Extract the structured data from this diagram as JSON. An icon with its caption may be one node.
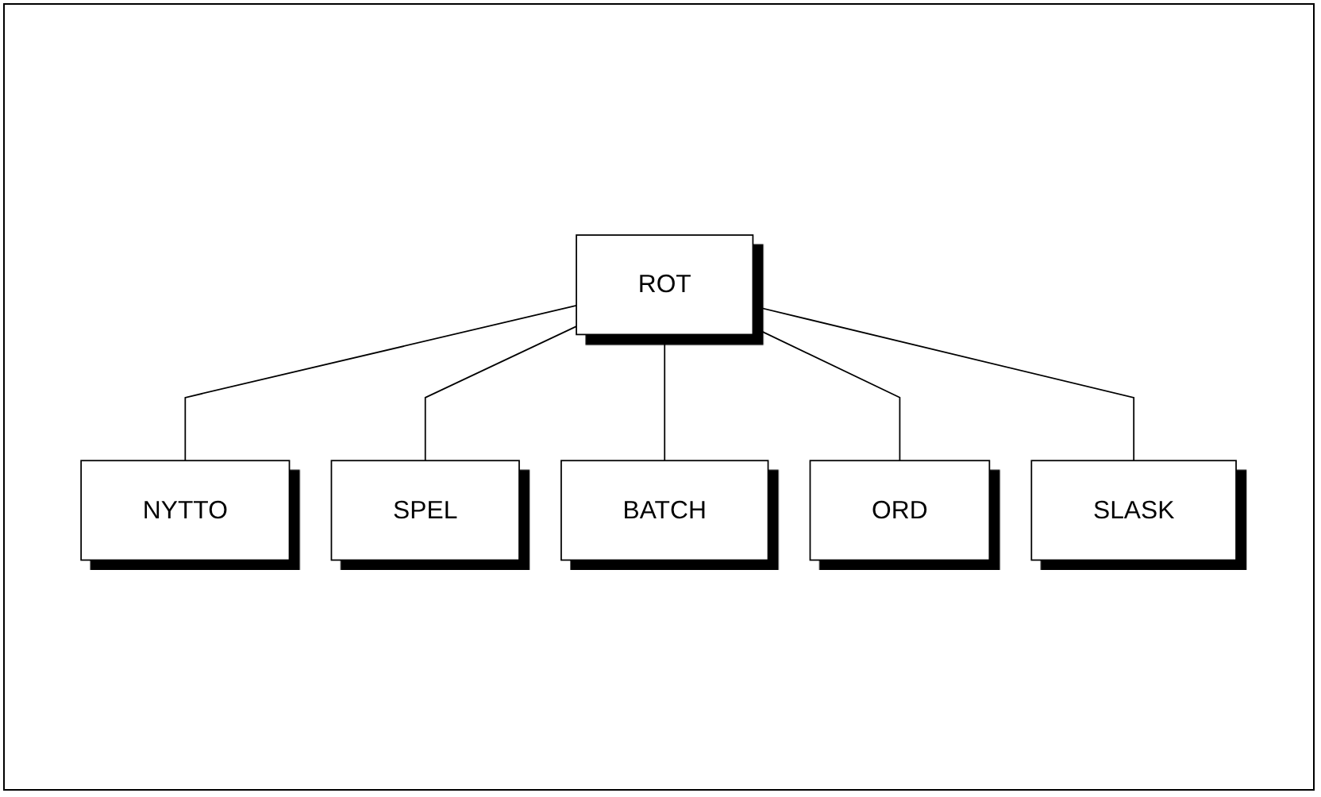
{
  "diagram": {
    "nodes": [
      {
        "text": [
          "ROT"
        ]
      },
      {
        "text": [
          "NYTTO"
        ]
      },
      {
        "text": [
          "SPEL"
        ]
      },
      {
        "text": [
          "BATCH"
        ]
      },
      {
        "text": [
          "ORD"
        ]
      },
      {
        "text": [
          "SLASK"
        ]
      }
    ],
    "edges": [
      {
        "from": 0,
        "to": 1,
        "arrow": "none"
      },
      {
        "from": 0,
        "to": 2,
        "arrow": "none"
      },
      {
        "from": 0,
        "to": 3,
        "arrow": "none"
      },
      {
        "from": 0,
        "to": 4,
        "arrow": "none"
      },
      {
        "from": 0,
        "to": 5,
        "arrow": "none"
      }
    ]
  }
}
